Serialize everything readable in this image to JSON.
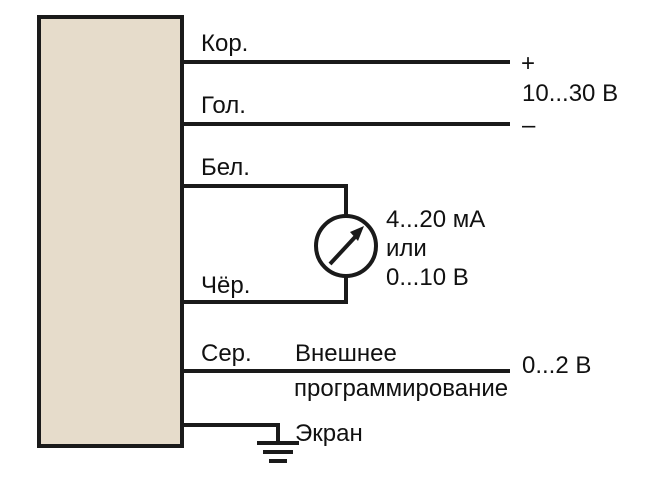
{
  "colors": {
    "device_fill": "#e6dccb",
    "line": "#1a1a1a",
    "text": "#111111"
  },
  "wires": {
    "brown": "Кор.",
    "blue": "Гол.",
    "white": "Бел.",
    "black": "Чёр.",
    "grey": "Сер."
  },
  "supply": {
    "plus": "+",
    "range": "10...30 В",
    "minus": "–"
  },
  "meter": {
    "line1": "4...20 мА",
    "line2": "или",
    "line3": "0...10 В",
    "icon": "meter-icon"
  },
  "programming": {
    "line1": "Внешнее",
    "line2": "программирование",
    "voltage": "0...2 В"
  },
  "shield": {
    "label": "Экран",
    "icon": "ground-icon"
  }
}
